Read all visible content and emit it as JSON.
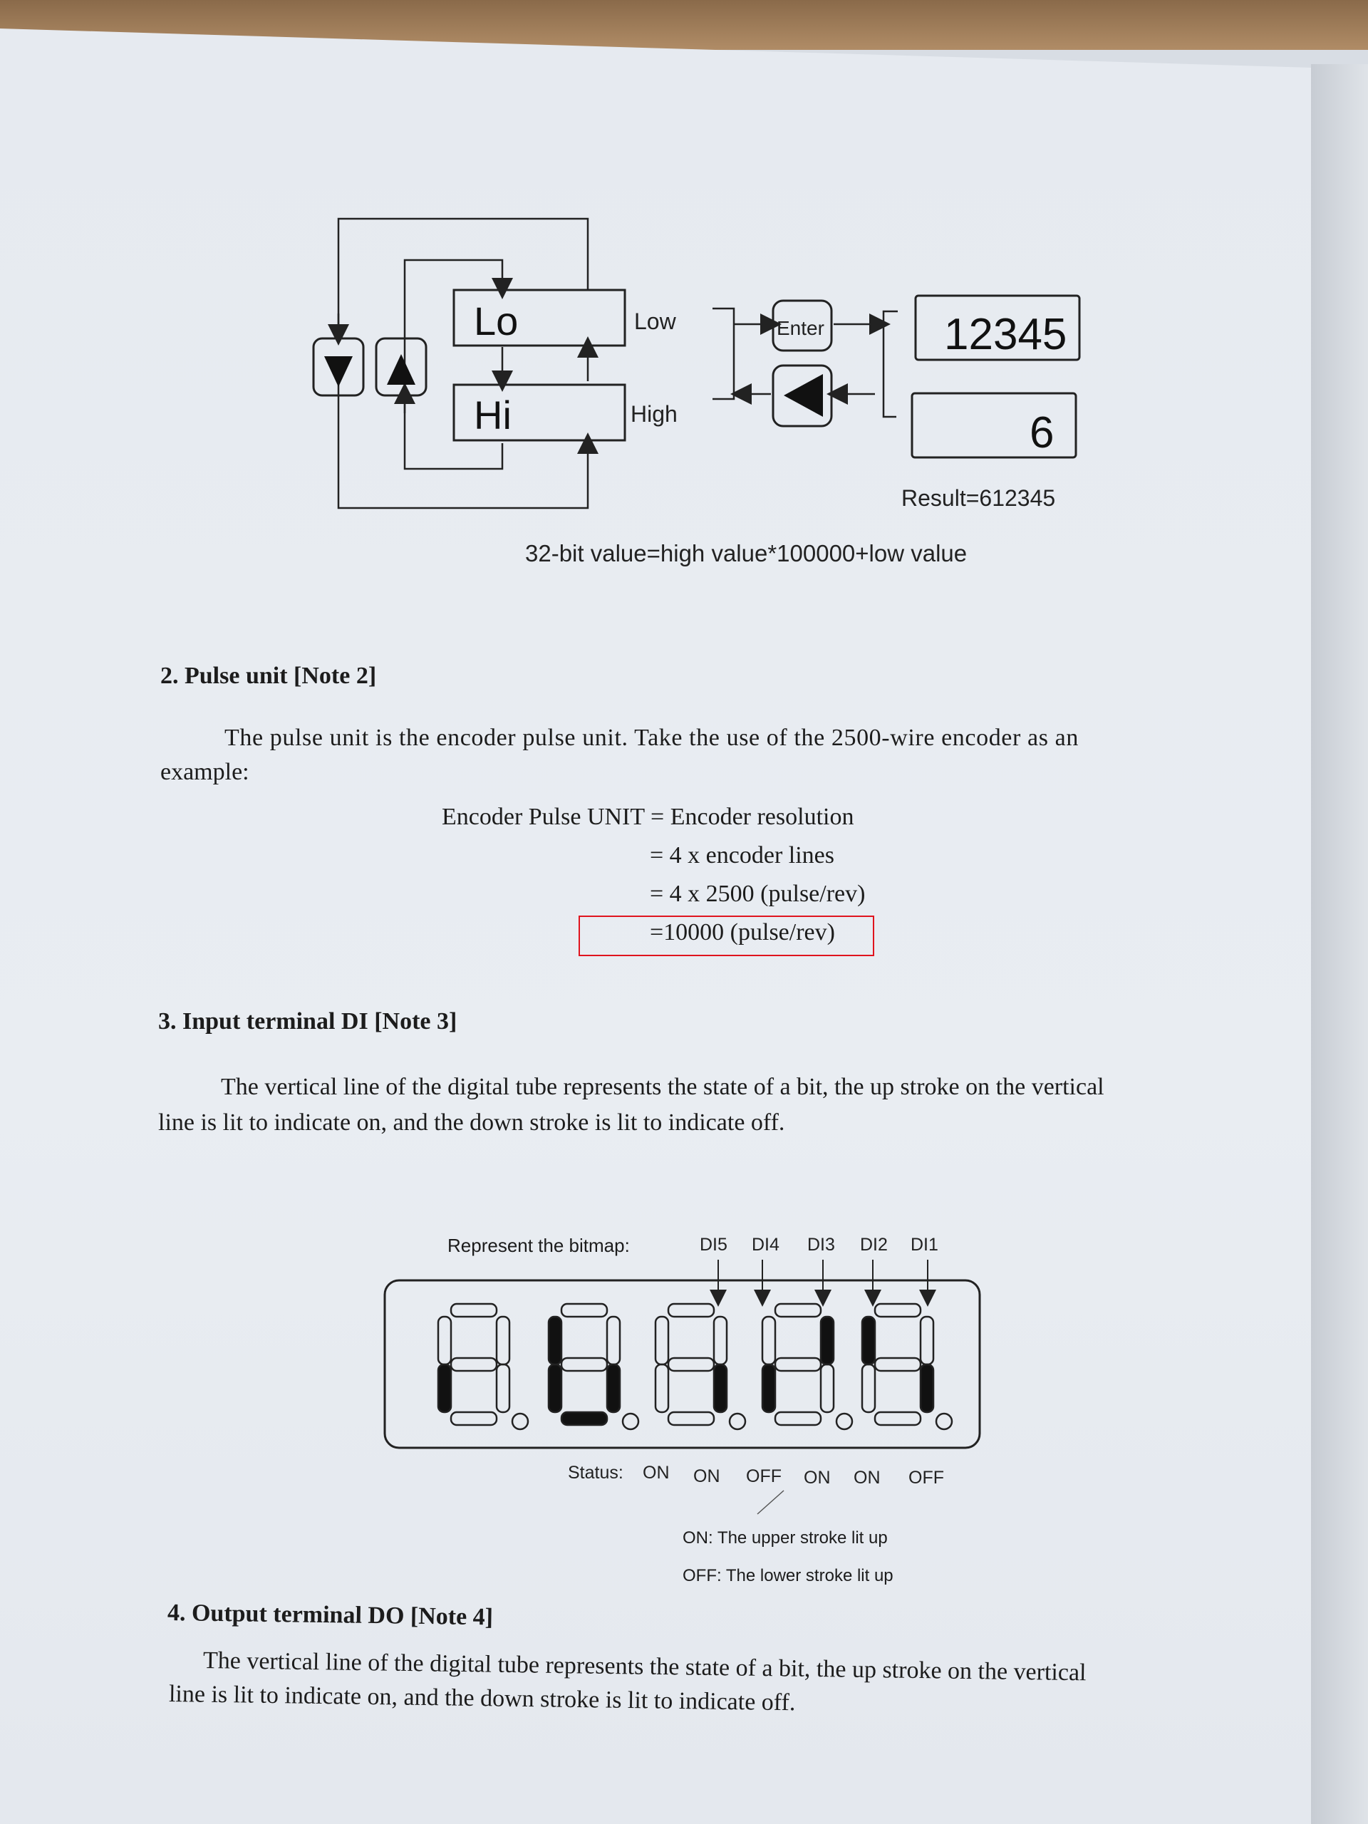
{
  "diagram": {
    "low_display": "Lo",
    "high_display": "Hi",
    "low_label": "Low",
    "high_label": "High",
    "enter_label": "Enter",
    "display_low_value": "12345",
    "display_high_value": "6",
    "result": "Result=612345",
    "caption": "32-bit value=high value*100000+low value"
  },
  "section2": {
    "heading": "2. Pulse unit [Note 2]",
    "para_line1": "The pulse unit is the encoder pulse unit. Take the use of the 2500-wire encoder as an",
    "para_line2": "example:",
    "formula": [
      "Encoder Pulse UNIT = Encoder resolution",
      "= 4 x encoder lines",
      "= 4 x 2500 (pulse/rev)",
      "=10000 (pulse/rev)"
    ]
  },
  "section3": {
    "heading": "3. Input terminal DI [Note 3]",
    "para_line1": "The vertical line of the digital tube represents the state of a bit, the up stroke on the vertical",
    "para_line2": "line is lit to indicate on, and the down stroke is lit to indicate off.",
    "bitmap_label": "Represent the bitmap:",
    "di_labels": [
      "DI5",
      "DI4",
      "DI3",
      "DI2",
      "DI1"
    ],
    "status_label": "Status:",
    "status_values": [
      "ON",
      "ON",
      "OFF",
      "ON",
      "ON",
      "OFF"
    ],
    "legend_on": "ON: The upper stroke lit up",
    "legend_off": "OFF: The lower stroke lit up"
  },
  "section4": {
    "heading": "4. Output terminal DO [Note 4]",
    "para_line1": "The vertical line of the digital tube represents the state of a bit, the up stroke on the vertical",
    "para_line2": "line is lit to indicate on, and the down stroke is lit to indicate off."
  },
  "colors": {
    "highlight_box": "#e0141e",
    "ink": "#1c1c1c"
  }
}
